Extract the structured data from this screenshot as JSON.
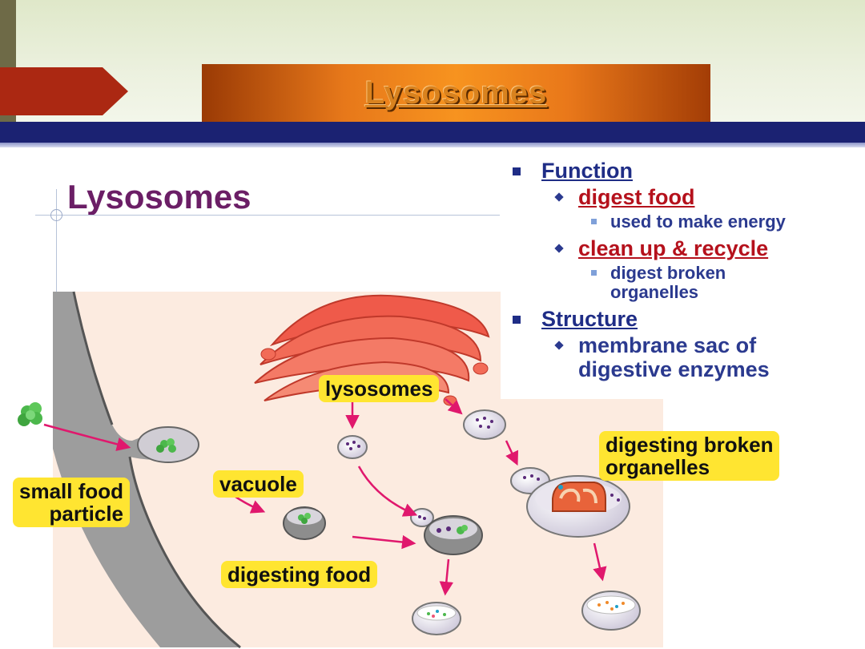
{
  "header": {
    "banner_title": "Lysosomes"
  },
  "slide": {
    "heading": "Lysosomes"
  },
  "bullets": {
    "function_heading": "Function",
    "digest_food": "digest food",
    "used_energy": "used to make energy",
    "clean_up": "clean up & recycle",
    "digest_broken_line1": "digest broken",
    "digest_broken_line2": "organelles",
    "structure_heading": "Structure",
    "membrane_line1": "membrane sac of",
    "membrane_line2": "digestive enzymes"
  },
  "diagram": {
    "label_lysosomes": "lysosomes",
    "label_vacuole": "vacuole",
    "label_small_food_line1": "small food",
    "label_small_food_line2": "particle",
    "label_digesting_food": "digesting food",
    "label_digesting_broken_line1": "digesting broken",
    "label_digesting_broken_line2": "organelles"
  },
  "colors": {
    "title_bar": "#f7931f",
    "navy": "#1b2272",
    "heading_purple": "#6b1e66",
    "bullet_blue": "#1f2d86",
    "bullet_red": "#b5111c",
    "label_yellow": "#ffe531",
    "arrow_pink": "#e0186d"
  }
}
